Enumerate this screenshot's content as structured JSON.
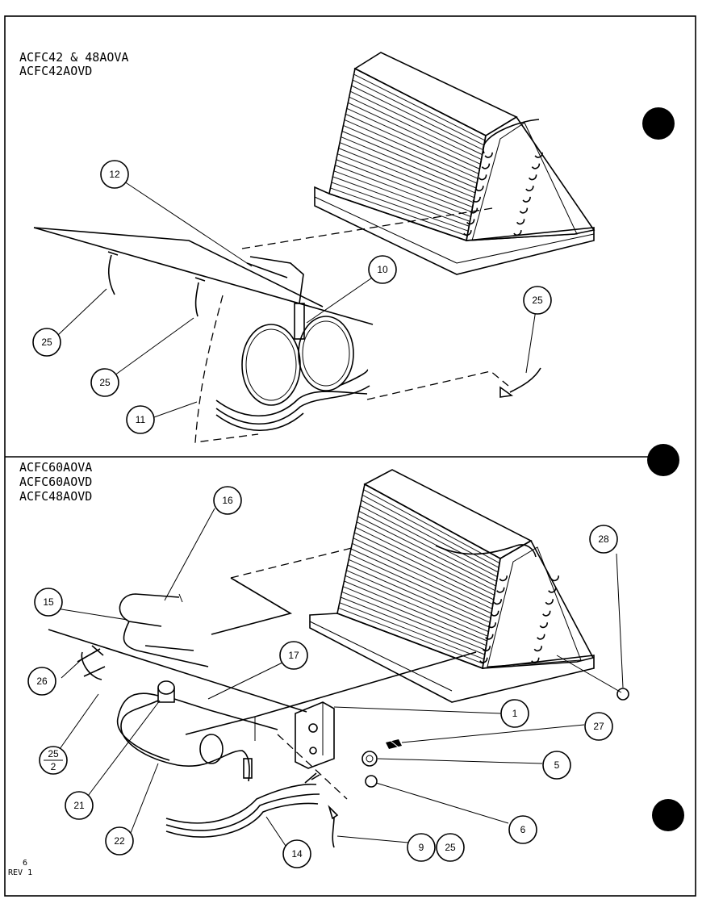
{
  "sections": [
    {
      "titles": [
        "ACFC42 & 48AOVA",
        "ACFC42AOVD"
      ]
    },
    {
      "titles": [
        "ACFC60AOVA",
        "ACFC60AOVD",
        "ACFC48AOVD"
      ]
    }
  ],
  "callouts": {
    "c12": "12",
    "c10": "10",
    "c11": "11",
    "c25a": "25",
    "c25b": "25",
    "c25c": "25",
    "c16": "16",
    "c15": "15",
    "c17": "17",
    "c26": "26",
    "c25frac_top": "25",
    "c25frac_bottom": "2",
    "c21": "21",
    "c22": "22",
    "c14": "14",
    "c28": "28",
    "c1": "1",
    "c27": "27",
    "c5": "5",
    "c6": "6",
    "c9": "9",
    "c25d": "25"
  },
  "footer": {
    "page": "6",
    "rev": "REV 1"
  }
}
